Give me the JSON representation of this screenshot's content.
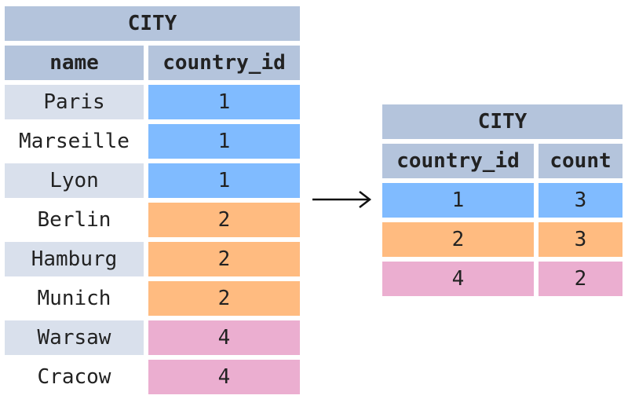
{
  "left_table": {
    "title": "CITY",
    "columns": [
      "name",
      "country_id"
    ],
    "rows": [
      {
        "name": "Paris",
        "country_id": "1"
      },
      {
        "name": "Marseille",
        "country_id": "1"
      },
      {
        "name": "Lyon",
        "country_id": "1"
      },
      {
        "name": "Berlin",
        "country_id": "2"
      },
      {
        "name": "Hamburg",
        "country_id": "2"
      },
      {
        "name": "Munich",
        "country_id": "2"
      },
      {
        "name": "Warsaw",
        "country_id": "4"
      },
      {
        "name": "Cracow",
        "country_id": "4"
      }
    ]
  },
  "right_table": {
    "title": "CITY",
    "columns": [
      "country_id",
      "count"
    ],
    "rows": [
      {
        "country_id": "1",
        "count": "3"
      },
      {
        "country_id": "2",
        "count": "3"
      },
      {
        "country_id": "4",
        "count": "2"
      }
    ]
  },
  "colors": {
    "header": "#b4c4dc",
    "name_cell_shaded": "#d9e0ec",
    "group_1": "#80bbff",
    "group_2": "#ffbb80",
    "group_4": "#ebaed0"
  }
}
